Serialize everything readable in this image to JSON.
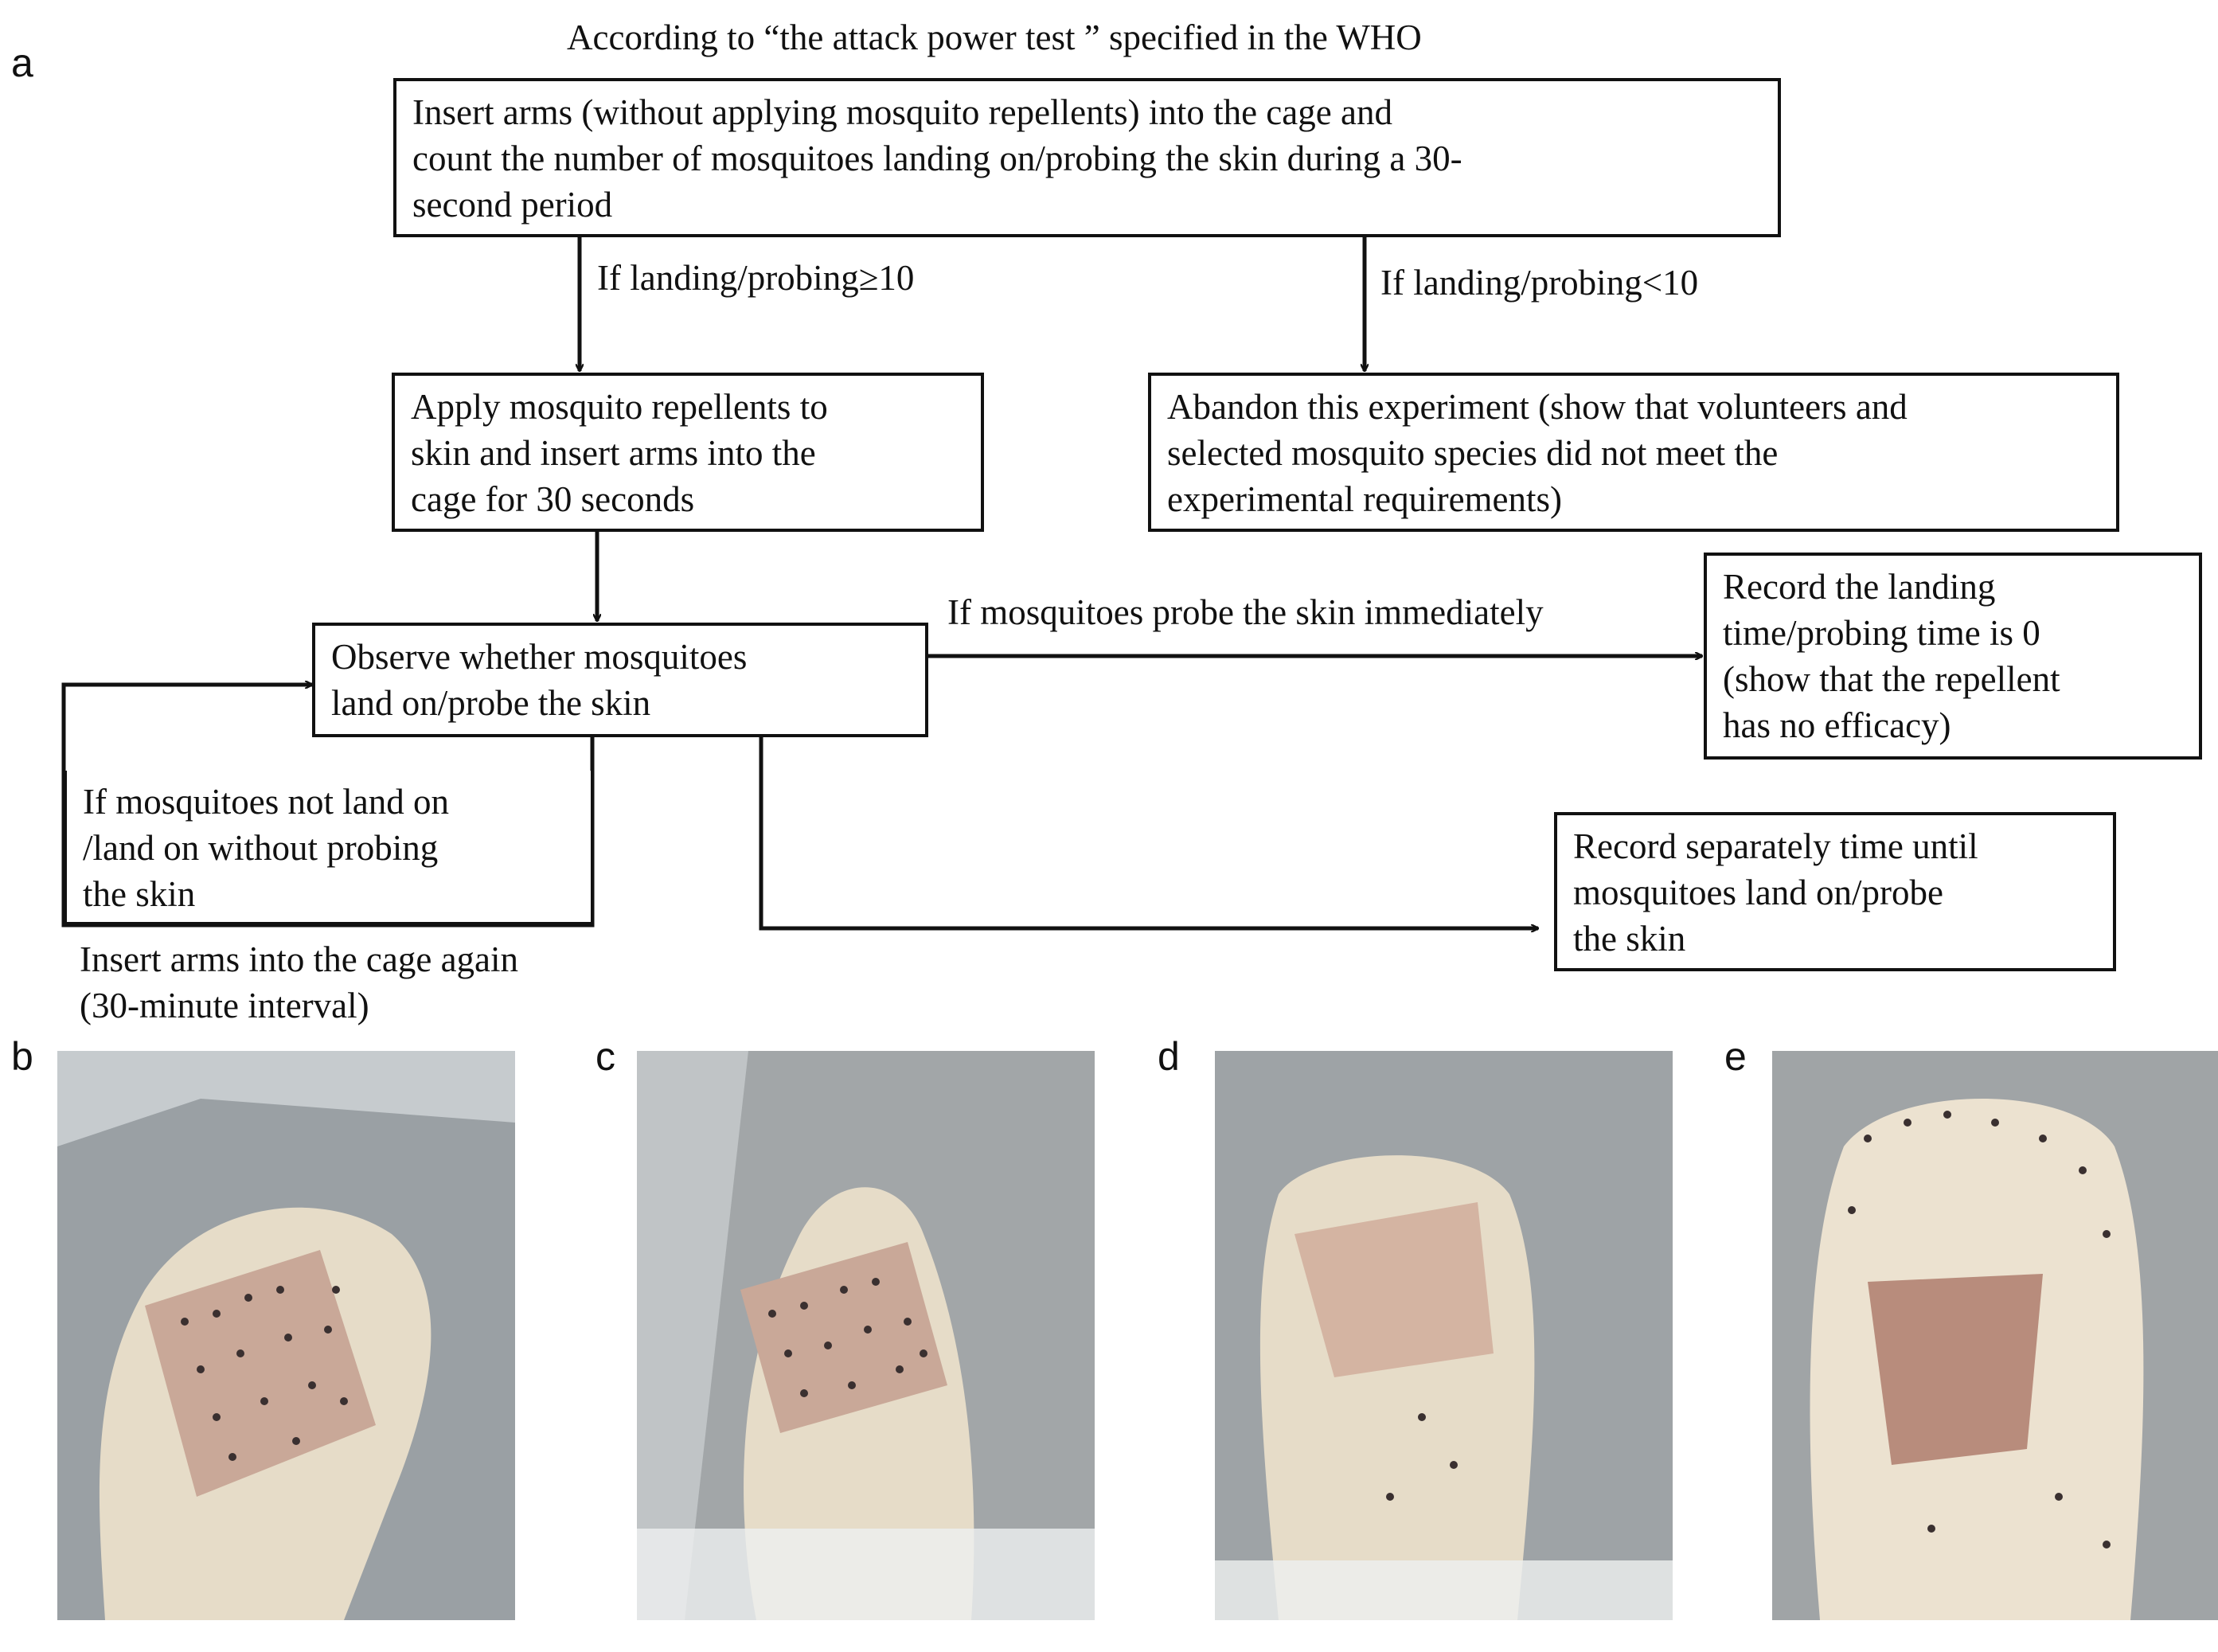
{
  "header": {
    "text": "According to “the attack power test ” specified in the WHO"
  },
  "panels": {
    "a": "a",
    "b": "b",
    "c": "c",
    "d": "d",
    "e": "e"
  },
  "boxes": {
    "insert_arms": "Insert arms (without applying mosquito repellents) into the cage and\ncount the number of mosquitoes landing on/probing the skin during a 30-\nsecond period",
    "apply_repellent": "Apply mosquito repellents to\nskin and insert arms into the\ncage for 30 seconds",
    "abandon": "Abandon this experiment (show that volunteers and\nselected mosquito species did not meet the\nexperimental requirements)",
    "observe": "Observe whether mosquitoes\nland on/probe the skin",
    "record_zero": "Record the landing\ntime/probing time is 0\n(show that the repellent\nhas no efficacy)",
    "record_separately": "Record separately time until\nmosquitoes land on/probe\nthe skin",
    "not_land": "If mosquitoes not land on\n/land on without probing\nthe skin"
  },
  "labels": {
    "if_ge10": "If landing/probing≥10",
    "if_lt10": "If landing/probing<10",
    "probe_immediately": "If mosquitoes probe the skin immediately",
    "insert_again": "Insert arms into the cage again\n(30-minute interval)"
  },
  "colors": {
    "line": "#111111",
    "photo_bg": "#9aa0a4",
    "glove": "#e6dcc8",
    "patch": "#c9a898",
    "mosquito": "#3a3030"
  }
}
